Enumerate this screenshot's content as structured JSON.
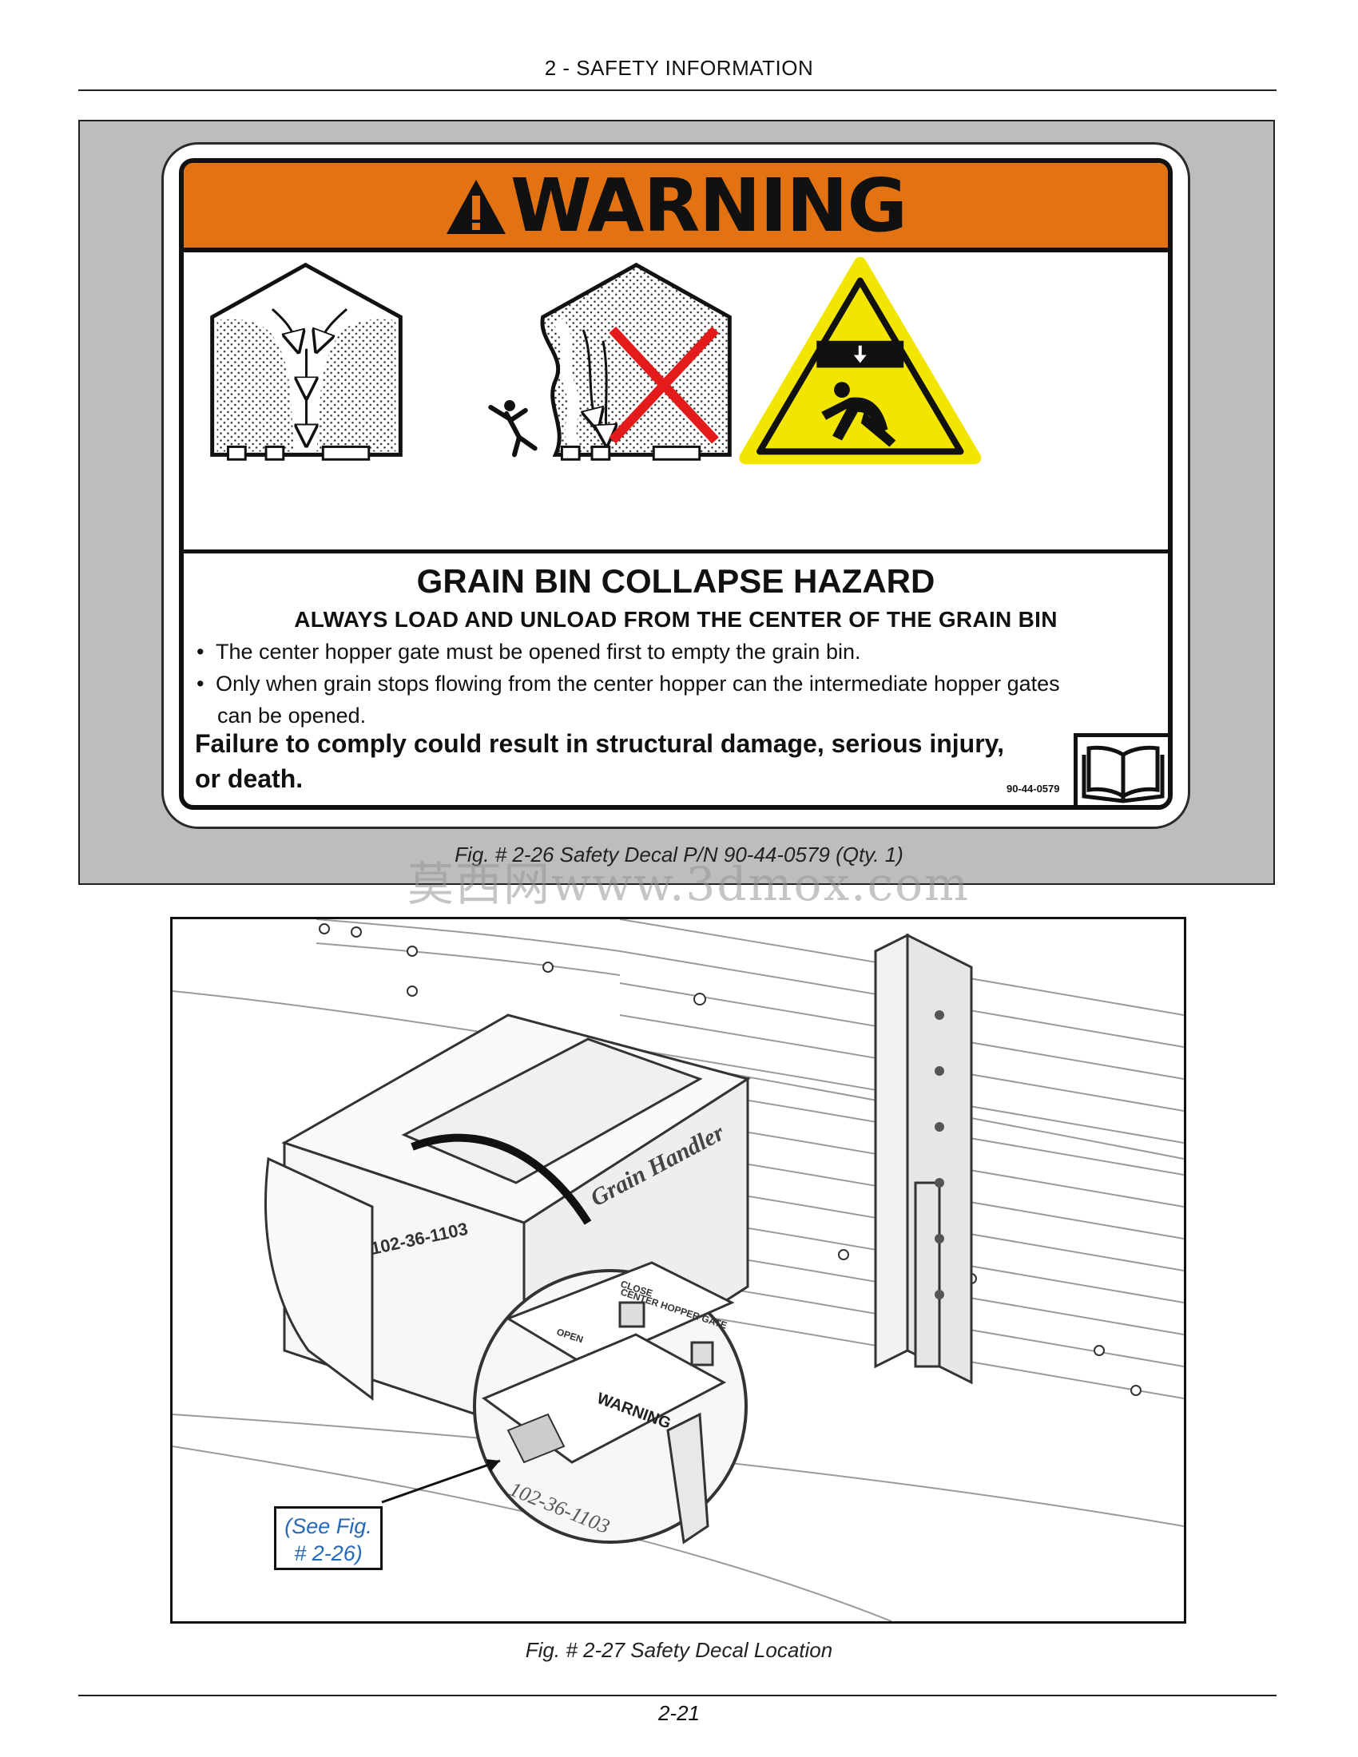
{
  "header": {
    "title": "2 - SAFETY INFORMATION"
  },
  "decal": {
    "signal_word": "WARNING",
    "hazard_title": "GRAIN BIN COLLAPSE HAZARD",
    "instruction": "ALWAYS LOAD AND UNLOAD FROM THE CENTER OF THE GRAIN BIN",
    "bullets": [
      "The center hopper gate must be opened first to empty the grain bin.",
      "Only when grain stops flowing from the center hopper can the intermediate hopper gates",
      "can be opened."
    ],
    "consequence_line1": "Failure to comply could result in structural damage, serious injury,",
    "consequence_line2": "or death.",
    "part_number": "90-44-0579",
    "colors": {
      "signal_bar": "#e37312",
      "caution_triangle": "#f2e600",
      "prohibition_cross": "#e31b1b"
    },
    "icons": [
      "warning-triangle-icon",
      "falling-person-icon",
      "crushing-load-icon",
      "read-manual-icon"
    ]
  },
  "figure_26": {
    "caption": "Fig. # 2-26 Safety Decal P/N 90-44-0579 (Qty. 1)"
  },
  "watermark": {
    "text": "莫西网www.3dmox.com"
  },
  "figure_27": {
    "caption": "Fig. # 2-27 Safety Decal Location",
    "callout_line1": "(See Fig.",
    "callout_line2": "# 2-26)",
    "illustration": {
      "box_label_1": "Grain Handler",
      "box_label_2": "102-36-1103",
      "zoom_decal_signal": "WARNING",
      "zoom_label_center": "CENTER HOPPER GATE",
      "zoom_label_open": "OPEN",
      "zoom_label_close": "CLOSE",
      "zoom_part_label": "102-36-1103"
    }
  },
  "footer": {
    "page_number": "2-21"
  }
}
